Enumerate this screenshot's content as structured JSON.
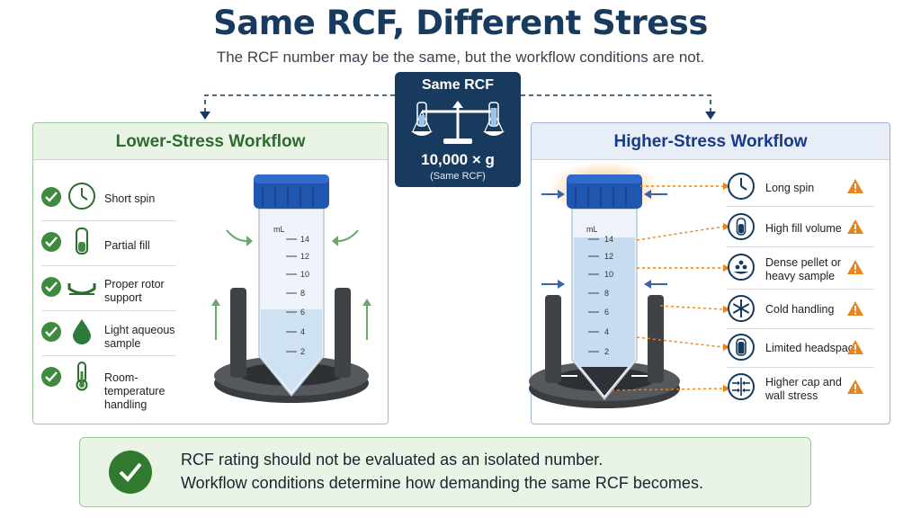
{
  "title": "Same RCF, Different Stress",
  "subtitle": "The RCF number may be the same, but the workflow conditions are not.",
  "center": {
    "heading": "Same RCF",
    "value": "10,000 × g",
    "note": "(Same RCF)"
  },
  "left": {
    "title": "Lower-Stress Workflow",
    "items": [
      {
        "label": "Short spin",
        "icon": "clock-icon"
      },
      {
        "label": "Partial fill",
        "icon": "partial-fill-tube-icon"
      },
      {
        "label": "Proper rotor\nsupport",
        "icon": "rotor-support-icon"
      },
      {
        "label": "Light aqueous\nsample",
        "icon": "droplet-icon"
      },
      {
        "label": "Room-temperature\nhandling",
        "icon": "thermometer-icon"
      }
    ]
  },
  "right": {
    "title": "Higher-Stress Workflow",
    "items": [
      {
        "label": "Long spin",
        "icon": "clock-icon"
      },
      {
        "label": "High fill volume",
        "icon": "full-tube-icon"
      },
      {
        "label": "Dense pellet or\nheavy sample",
        "icon": "pellet-icon"
      },
      {
        "label": "Cold handling",
        "icon": "snowflake-icon"
      },
      {
        "label": "Limited headspace",
        "icon": "headspace-icon"
      },
      {
        "label": "Higher cap and\nwall stress",
        "icon": "compression-icon"
      }
    ]
  },
  "tube": {
    "unit": "mL",
    "ticks": [
      "14",
      "12",
      "10",
      "8",
      "6",
      "4",
      "2"
    ]
  },
  "callout": {
    "line1": "RCF rating should not be evaluated as an isolated number.",
    "line2": "Workflow conditions determine how demanding the same RCF becomes."
  },
  "colors": {
    "navy": "#173a5e",
    "green": "#3f8a3f",
    "orange": "#e8841f",
    "cap_blue": "#1f56b0"
  }
}
